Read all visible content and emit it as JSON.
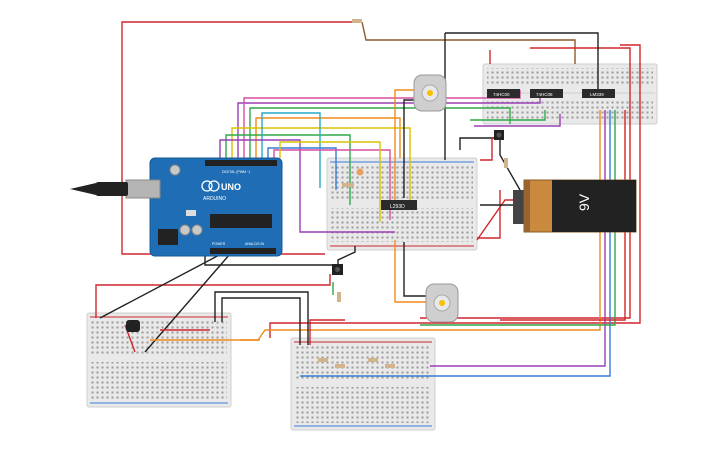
{
  "arduino": {
    "brand": "UNO",
    "sub": "ARDUINO",
    "digital": "DIGITAL (PWM ~)",
    "power": "POWER",
    "analog": "ANALOG IN"
  },
  "ic_breadboard_main": "L293D",
  "ic_top_1": "74HC00",
  "ic_top_2": "74HC08",
  "ic_top_3": "LM339",
  "battery": "9V",
  "colors": {
    "board": "#1f6eb5",
    "breadboard": "#e9e9e9",
    "battery_body": "#c9893f",
    "battery_top": "#222222",
    "wire_red": "#d0272d",
    "wire_black": "#222222",
    "wire_orange": "#f08c1c",
    "wire_yellow": "#d8c200",
    "wire_green": "#2fa84a",
    "wire_purple": "#9a3fb5",
    "wire_blue": "#3a7bd5",
    "wire_cyan": "#28a9c9",
    "wire_brown": "#8b5a2b",
    "wire_pink": "#d84fa2",
    "wire_gray": "#8c8c8c"
  }
}
